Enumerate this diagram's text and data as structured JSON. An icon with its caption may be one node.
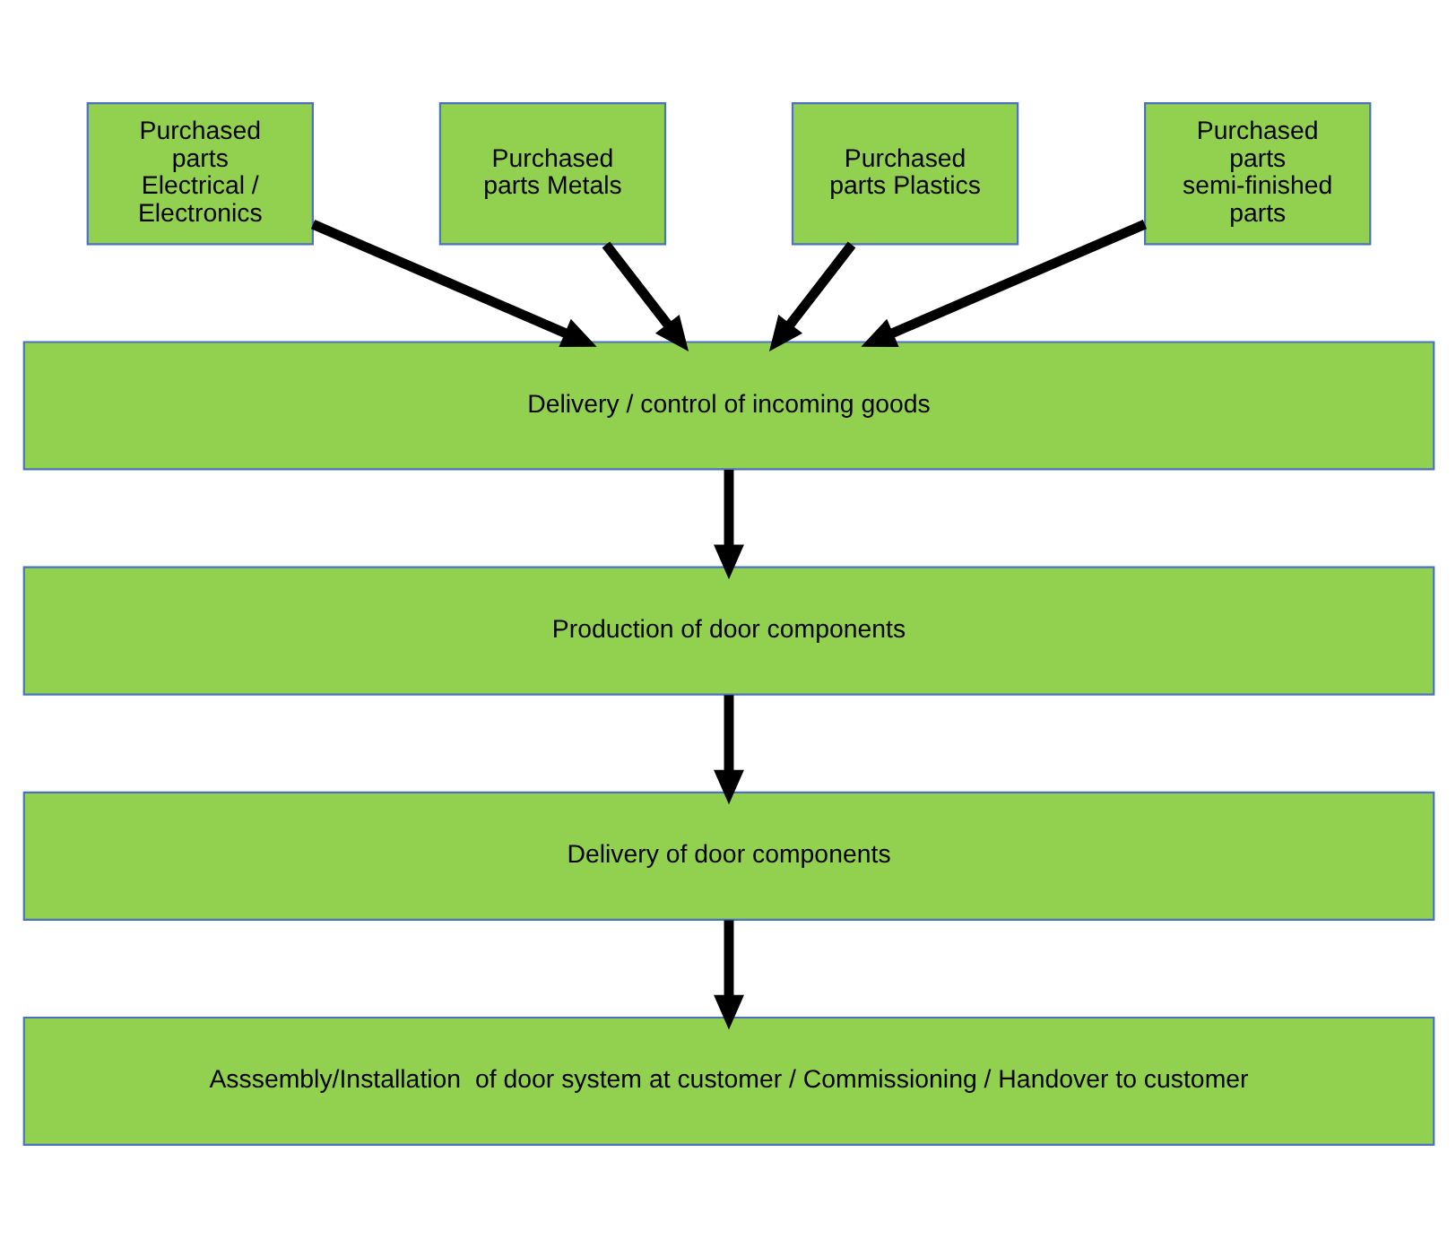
{
  "diagram": {
    "nodes": [
      {
        "text": [
          "Purchased parts Electrical / Electronics"
        ]
      },
      {
        "text": [
          "Purchased parts Metals"
        ]
      },
      {
        "text": [
          "Purchased parts Plastics"
        ]
      },
      {
        "text": [
          "Purchased parts semi-finished parts"
        ]
      },
      {
        "text": [
          "Delivery / control of incoming goods"
        ]
      },
      {
        "text": [
          "Production of door components"
        ]
      },
      {
        "text": [
          "Delivery of door components"
        ]
      },
      {
        "text": [
          "Asssembly/Installation  of door system at customer / Commissioning / Handover to customer"
        ]
      }
    ],
    "edges": [
      {
        "from": 0,
        "to": 4,
        "arrow": "to"
      },
      {
        "from": 1,
        "to": 4,
        "arrow": "to"
      },
      {
        "from": 2,
        "to": 4,
        "arrow": "to"
      },
      {
        "from": 3,
        "to": 4,
        "arrow": "to"
      },
      {
        "from": 4,
        "to": 5,
        "arrow": "to"
      },
      {
        "from": 5,
        "to": 6,
        "arrow": "to"
      },
      {
        "from": 6,
        "to": 7,
        "arrow": "to"
      }
    ]
  }
}
